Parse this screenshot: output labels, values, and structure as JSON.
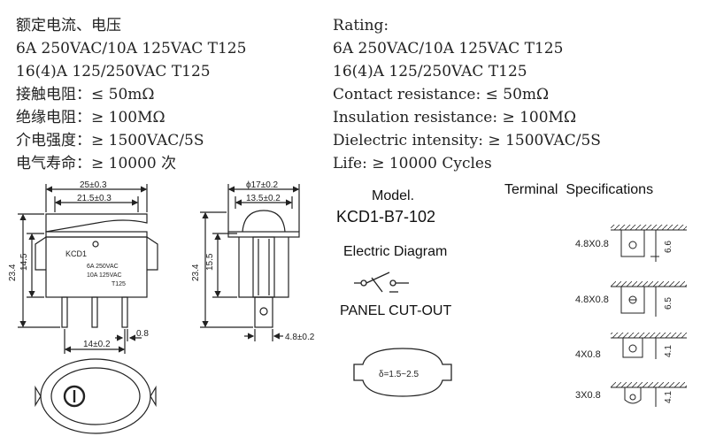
{
  "spec_cn": [
    "额定电流、电压",
    "6A 250VAC/10A 125VAC T125",
    "16(4)A 125/250VAC T125",
    "接触电阻：≤ 50mΩ",
    "绝缘电阻：≥ 100MΩ",
    "介电强度：≥ 1500VAC/5S",
    "电气寿命：≥ 10000 次"
  ],
  "spec_en": [
    "Rating:",
    "6A 250VAC/10A 125VAC T125",
    "16(4)A 125/250VAC T125",
    "Contact resistance: ≤ 50mΩ",
    "Insulation resistance: ≥ 100MΩ",
    "Dielectric intensity: ≥ 1500VAC/5S",
    "Life: ≥ 10000 Cycles"
  ],
  "model": {
    "label": "Model.",
    "number": "KCD1-B7-102"
  },
  "electric_diagram_label": "Electric Diagram",
  "panel_cutout_label": "PANEL CUT-OUT",
  "cutout_note": "δ=1.5~2.5",
  "terminal_title": "Terminal  Specifications",
  "terminals": [
    {
      "size": "4.8X0.8",
      "dim": "6.6"
    },
    {
      "size": "4.8X0.8",
      "dim": "6.5"
    },
    {
      "size": "4X0.8",
      "dim": "4.1"
    },
    {
      "size": "3X0.8",
      "dim": "4.1"
    }
  ],
  "front_view": {
    "width_outer": "25±0.3",
    "width_inner": "21.5±0.3",
    "height_total": "23.4",
    "height_body": "14.5",
    "pin_pitch": "14±0.2",
    "pin_thickness": "0.8",
    "body_text": [
      "KCD1",
      "6A 250VAC",
      "10A 125VAC",
      "T125"
    ]
  },
  "side_view": {
    "width_outer": "ϕ17±0.2",
    "width_inner": "13.5±0.2",
    "height_total": "23.4",
    "height_body": "15.5",
    "pin_width": "4.8±0.2"
  },
  "colors": {
    "line": "#222222",
    "text": "#222222",
    "background": "#ffffff"
  }
}
